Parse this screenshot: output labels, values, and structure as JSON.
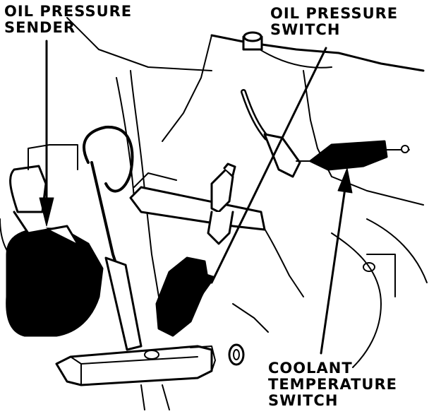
{
  "callouts": {
    "oil_pressure_sender": {
      "line1": "OIL PRESSURE",
      "line2": "SENDER"
    },
    "oil_pressure_switch": {
      "line1": "OIL PRESSURE",
      "line2": "SWITCH"
    },
    "coolant_temperature_switch": {
      "line1": "COOLANT",
      "line2": "TEMPERATURE",
      "line3": "SWITCH"
    }
  },
  "colors": {
    "ink": "#000000",
    "paper": "#ffffff"
  }
}
